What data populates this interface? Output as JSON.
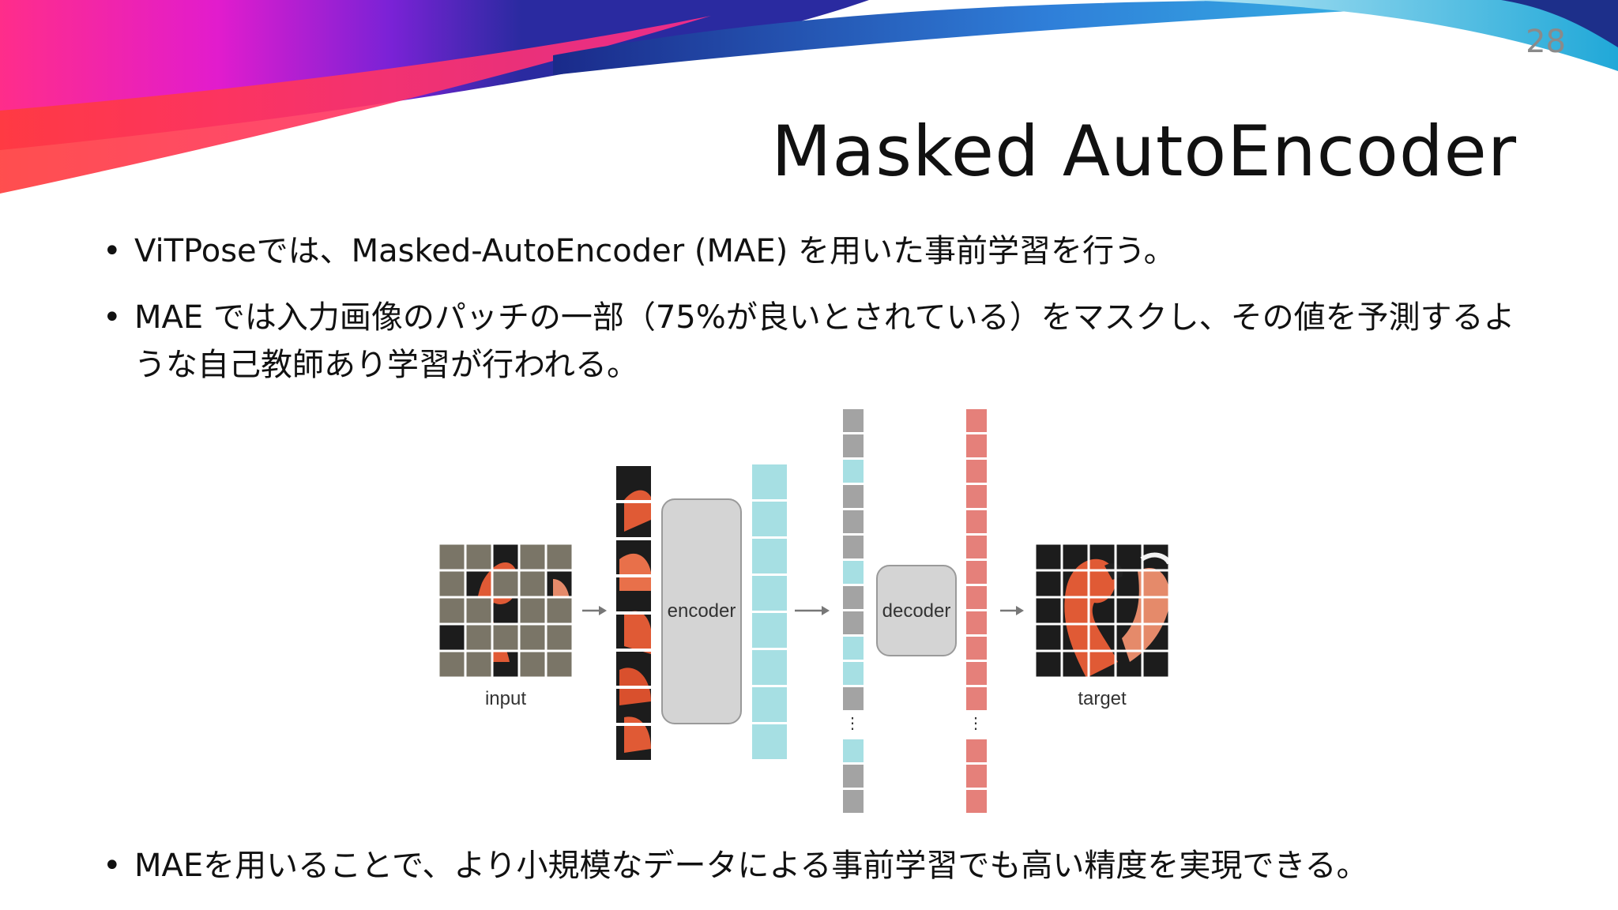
{
  "slide": {
    "page_number": "28",
    "title": "Masked AutoEncoder",
    "bullets": [
      "ViTPoseでは、Masked-AutoEncoder (MAE) を用いた事前学習を行う。",
      "MAE では入力画像のパッチの一部（75%が良いとされている）をマスクし、その値を予測するような自己教師あり学習が行われる。"
    ],
    "bottom_bullet": "MAEを用いることで、より小規模なデータによる事前学習でも高い精度を実現できる。"
  },
  "figure": {
    "labels": {
      "input": "input",
      "encoder": "encoder",
      "decoder": "decoder",
      "target": "target"
    },
    "ellipsis": "⋮",
    "colors": {
      "mask_gray": "#7a7567",
      "token_cyan": "#a6dfe3",
      "token_gray": "#a3a3a3",
      "output_red": "#e5807a",
      "box_fill": "#d4d4d4",
      "box_stroke": "#9a9a9a",
      "flamingo": "#e05a35",
      "dark_bg": "#1c1c1c"
    },
    "icons": [
      "arrow-right-icon"
    ]
  }
}
